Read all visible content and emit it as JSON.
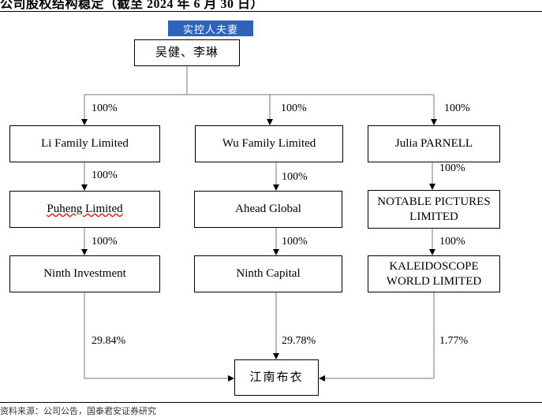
{
  "title": "公司股权结构稳定（截至 2024 年 6 月 30 日）",
  "controller_tag": "实控人夫妻",
  "root": "吴健、李琳",
  "columns": [
    {
      "top_pct": "100%",
      "level1": "Li Family Limited",
      "pct2": "100%",
      "level2": "Puheng Limited",
      "pct3": "100%",
      "level3": "Ninth Investment",
      "final_pct": "29.84%"
    },
    {
      "top_pct": "100%",
      "level1": "Wu Family Limited",
      "pct2": "100%",
      "level2": "Ahead Global",
      "pct3": "100%",
      "level3": "Ninth Capital",
      "final_pct": "29.78%"
    },
    {
      "top_pct": "100%",
      "level1": "Julia PARNELL",
      "pct2": "100%",
      "level2": "NOTABLE PICTURES LIMITED",
      "pct3": "100%",
      "level3": "KALEIDOSCOPE WORLD LIMITED",
      "final_pct": "1.77%"
    }
  ],
  "target": "江南布衣",
  "footer": "资料来源：公司公告，国泰君安证券研究"
}
